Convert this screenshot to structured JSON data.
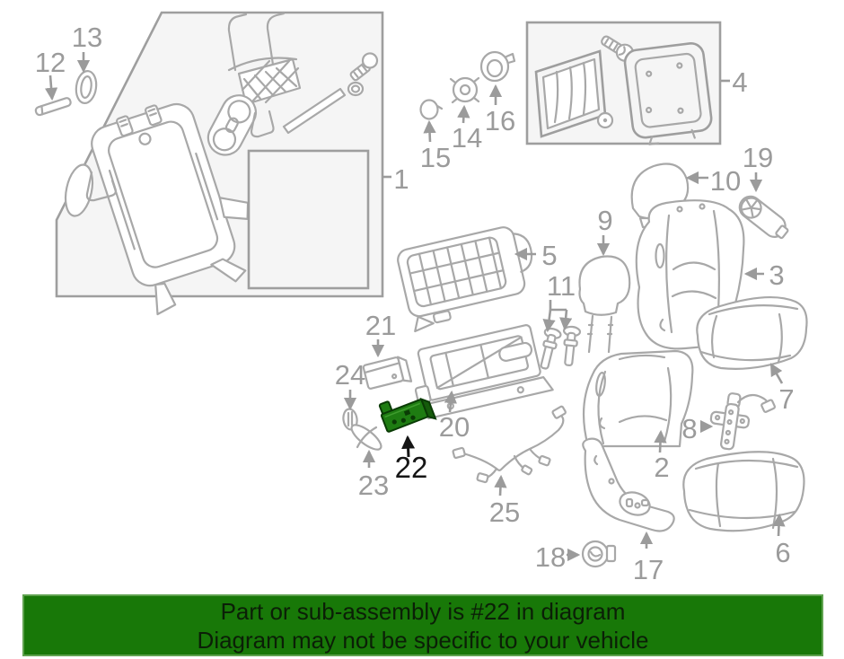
{
  "banner": {
    "line1": "Part or sub-assembly is #22 in diagram",
    "line2": "Diagram may not be specific to your vehicle",
    "background_color": "#187808",
    "border_color": "#5fa24f",
    "text_color": "#0b1f07"
  },
  "diagram": {
    "type": "exploded-parts-diagram",
    "subject": "vehicle seat assembly",
    "highlighted_callout": "22",
    "highlight_part_color": "#1e7c12",
    "highlight_label_color": "#161616",
    "line_color": "#a8a8a8",
    "label_color": "#9b9b9b",
    "callouts": [
      {
        "id": "1"
      },
      {
        "id": "2"
      },
      {
        "id": "3"
      },
      {
        "id": "4"
      },
      {
        "id": "5"
      },
      {
        "id": "6"
      },
      {
        "id": "7"
      },
      {
        "id": "8"
      },
      {
        "id": "9"
      },
      {
        "id": "10"
      },
      {
        "id": "11"
      },
      {
        "id": "12"
      },
      {
        "id": "13"
      },
      {
        "id": "14"
      },
      {
        "id": "15"
      },
      {
        "id": "16"
      },
      {
        "id": "17"
      },
      {
        "id": "18"
      },
      {
        "id": "19"
      },
      {
        "id": "20"
      },
      {
        "id": "21"
      },
      {
        "id": "22"
      },
      {
        "id": "23"
      },
      {
        "id": "24"
      },
      {
        "id": "25"
      }
    ]
  }
}
